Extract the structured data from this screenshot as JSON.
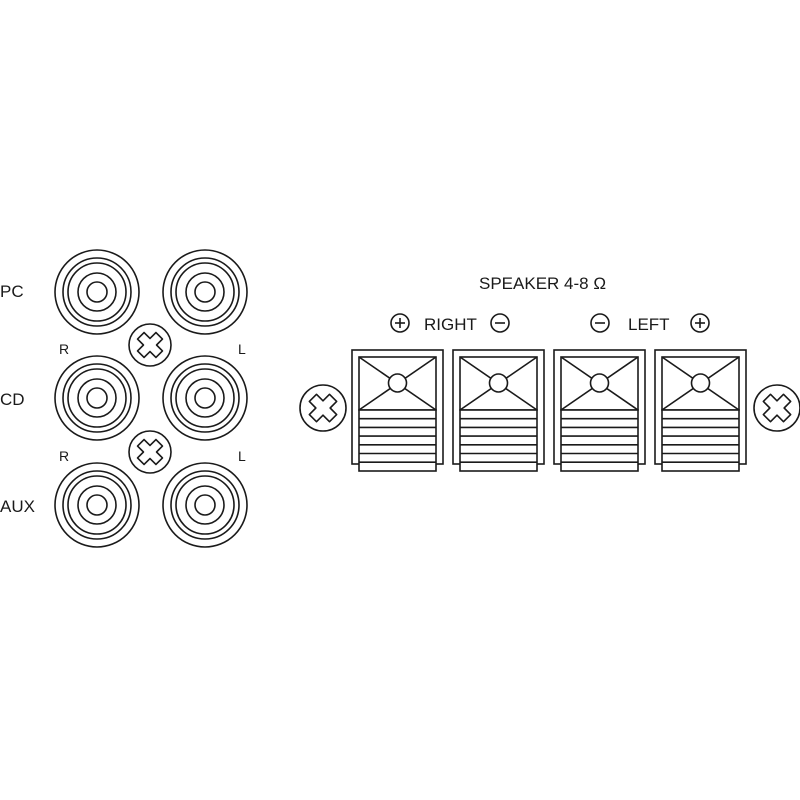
{
  "inputs": {
    "rows": [
      {
        "label": "PC"
      },
      {
        "label": "CD"
      },
      {
        "label": "AUX"
      }
    ],
    "channel_r": "R",
    "channel_l": "L"
  },
  "speakers": {
    "title": "SPEAKER 4-8 Ω",
    "right_label": "RIGHT",
    "left_label": "LEFT",
    "plus": "+",
    "minus": "−"
  }
}
